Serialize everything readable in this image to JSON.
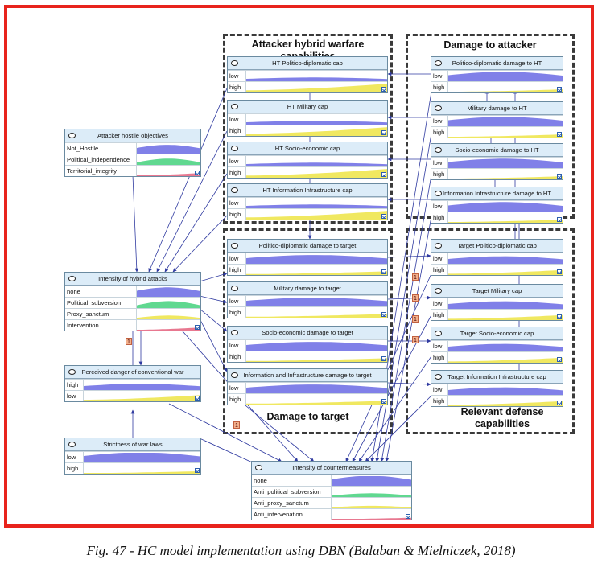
{
  "caption": "Fig. 47 - HC model implementation using DBN (Balaban & Mielniczek, 2018)",
  "colors": {
    "frame": "#e8231c",
    "blue": "#8080e8",
    "yellow": "#f0e860",
    "green": "#60d890",
    "pink": "#e87890",
    "arrow": "#2f3aa0"
  },
  "groups": {
    "capabilities": "Attacker hybrid warfare capabilities",
    "damage_attacker": "Damage to attacker",
    "damage_target": "Damage to target",
    "defense_title": "Relevant defense capabilities"
  },
  "badge_text": "1",
  "nodes": [
    {
      "id": "aho",
      "title": "Attacker hostile objectives",
      "states": [
        {
          "label": "Not_Hostile",
          "color": "blue",
          "level": 0.7
        },
        {
          "label": "Political_independence",
          "color": "green",
          "level": 0.5
        },
        {
          "label": "Territorial_integrity",
          "color": "pink",
          "level": 0.25
        }
      ]
    },
    {
      "id": "iha",
      "title": "Intensity of hybrid attacks",
      "states": [
        {
          "label": "none",
          "color": "blue",
          "level": 0.75
        },
        {
          "label": "Political_subversion",
          "color": "green",
          "level": 0.55
        },
        {
          "label": "Proxy_sanctum",
          "color": "yellow",
          "level": 0.3
        },
        {
          "label": "Intervention",
          "color": "pink",
          "level": 0.25
        }
      ]
    },
    {
      "id": "pdc",
      "title": "Perceived danger of conventional war",
      "states": [
        {
          "label": "high",
          "color": "blue",
          "level": 0.5
        },
        {
          "label": "low",
          "color": "yellow",
          "level": 0.5
        }
      ]
    },
    {
      "id": "swl",
      "title": "Strictness of war laws",
      "states": [
        {
          "label": "low",
          "color": "blue",
          "level": 0.8
        },
        {
          "label": "high",
          "color": "yellow",
          "level": 0.2
        }
      ]
    },
    {
      "id": "htpd",
      "title": "HT Politico-diplomatic cap",
      "states": [
        {
          "label": "low",
          "color": "blue",
          "level": 0.3
        },
        {
          "label": "high",
          "color": "yellow",
          "level": 0.7
        }
      ]
    },
    {
      "id": "htmil",
      "title": "HT Military cap",
      "states": [
        {
          "label": "low",
          "color": "blue",
          "level": 0.3
        },
        {
          "label": "high",
          "color": "yellow",
          "level": 0.7
        }
      ]
    },
    {
      "id": "htse",
      "title": "HT Socio-economic cap",
      "states": [
        {
          "label": "low",
          "color": "blue",
          "level": 0.3
        },
        {
          "label": "high",
          "color": "yellow",
          "level": 0.7
        }
      ]
    },
    {
      "id": "htii",
      "title": "HT Information Infrastructure cap",
      "states": [
        {
          "label": "low",
          "color": "blue",
          "level": 0.3
        },
        {
          "label": "high",
          "color": "yellow",
          "level": 0.7
        }
      ]
    },
    {
      "id": "dapd",
      "title": "Politico-diplomatic damage to HT",
      "states": [
        {
          "label": "low",
          "color": "blue",
          "level": 0.75
        },
        {
          "label": "high",
          "color": "yellow",
          "level": 0.25
        }
      ]
    },
    {
      "id": "damil",
      "title": "Military damage to HT",
      "states": [
        {
          "label": "low",
          "color": "blue",
          "level": 0.75
        },
        {
          "label": "high",
          "color": "yellow",
          "level": 0.25
        }
      ]
    },
    {
      "id": "dase",
      "title": "Socio-economic damage to HT",
      "states": [
        {
          "label": "low",
          "color": "blue",
          "level": 0.75
        },
        {
          "label": "high",
          "color": "yellow",
          "level": 0.25
        }
      ]
    },
    {
      "id": "daii",
      "title": "Information Infrastructure damage to HT",
      "states": [
        {
          "label": "low",
          "color": "blue",
          "level": 0.75
        },
        {
          "label": "high",
          "color": "yellow",
          "level": 0.25
        }
      ]
    },
    {
      "id": "dtpd",
      "title": "Politico-diplomatic damage to target",
      "states": [
        {
          "label": "low",
          "color": "blue",
          "level": 0.7
        },
        {
          "label": "high",
          "color": "yellow",
          "level": 0.3
        }
      ]
    },
    {
      "id": "dtmil",
      "title": "Military damage to target",
      "states": [
        {
          "label": "low",
          "color": "blue",
          "level": 0.7
        },
        {
          "label": "high",
          "color": "yellow",
          "level": 0.3
        }
      ]
    },
    {
      "id": "dtse",
      "title": "Socio-economic damage to target",
      "states": [
        {
          "label": "low",
          "color": "blue",
          "level": 0.7
        },
        {
          "label": "high",
          "color": "yellow",
          "level": 0.3
        }
      ]
    },
    {
      "id": "dtii",
      "title": "Information and Infrastructure damage to target",
      "states": [
        {
          "label": "low",
          "color": "blue",
          "level": 0.7
        },
        {
          "label": "high",
          "color": "yellow",
          "level": 0.3
        }
      ]
    },
    {
      "id": "tpd",
      "title": "Target Politico-diplomatic cap",
      "states": [
        {
          "label": "low",
          "color": "blue",
          "level": 0.6
        },
        {
          "label": "high",
          "color": "yellow",
          "level": 0.4
        }
      ]
    },
    {
      "id": "tmil",
      "title": "Target Military cap",
      "states": [
        {
          "label": "low",
          "color": "blue",
          "level": 0.6
        },
        {
          "label": "high",
          "color": "yellow",
          "level": 0.4
        }
      ]
    },
    {
      "id": "tse",
      "title": "Target Socio-economic cap",
      "states": [
        {
          "label": "low",
          "color": "blue",
          "level": 0.6
        },
        {
          "label": "high",
          "color": "yellow",
          "level": 0.4
        }
      ]
    },
    {
      "id": "tii",
      "title": "Target Information Infrastructure cap",
      "states": [
        {
          "label": "low",
          "color": "blue",
          "level": 0.6
        },
        {
          "label": "high",
          "color": "yellow",
          "level": 0.4
        }
      ]
    },
    {
      "id": "ioc",
      "title": "Intensity of countermeasures",
      "states": [
        {
          "label": "none",
          "color": "blue",
          "level": 0.8
        },
        {
          "label": "Anti_political_subversion",
          "color": "green",
          "level": 0.3
        },
        {
          "label": "Anti_proxy_sanctum",
          "color": "yellow",
          "level": 0.2
        },
        {
          "label": "Anti_intervenation",
          "color": "pink",
          "level": 0.15
        }
      ]
    }
  ]
}
